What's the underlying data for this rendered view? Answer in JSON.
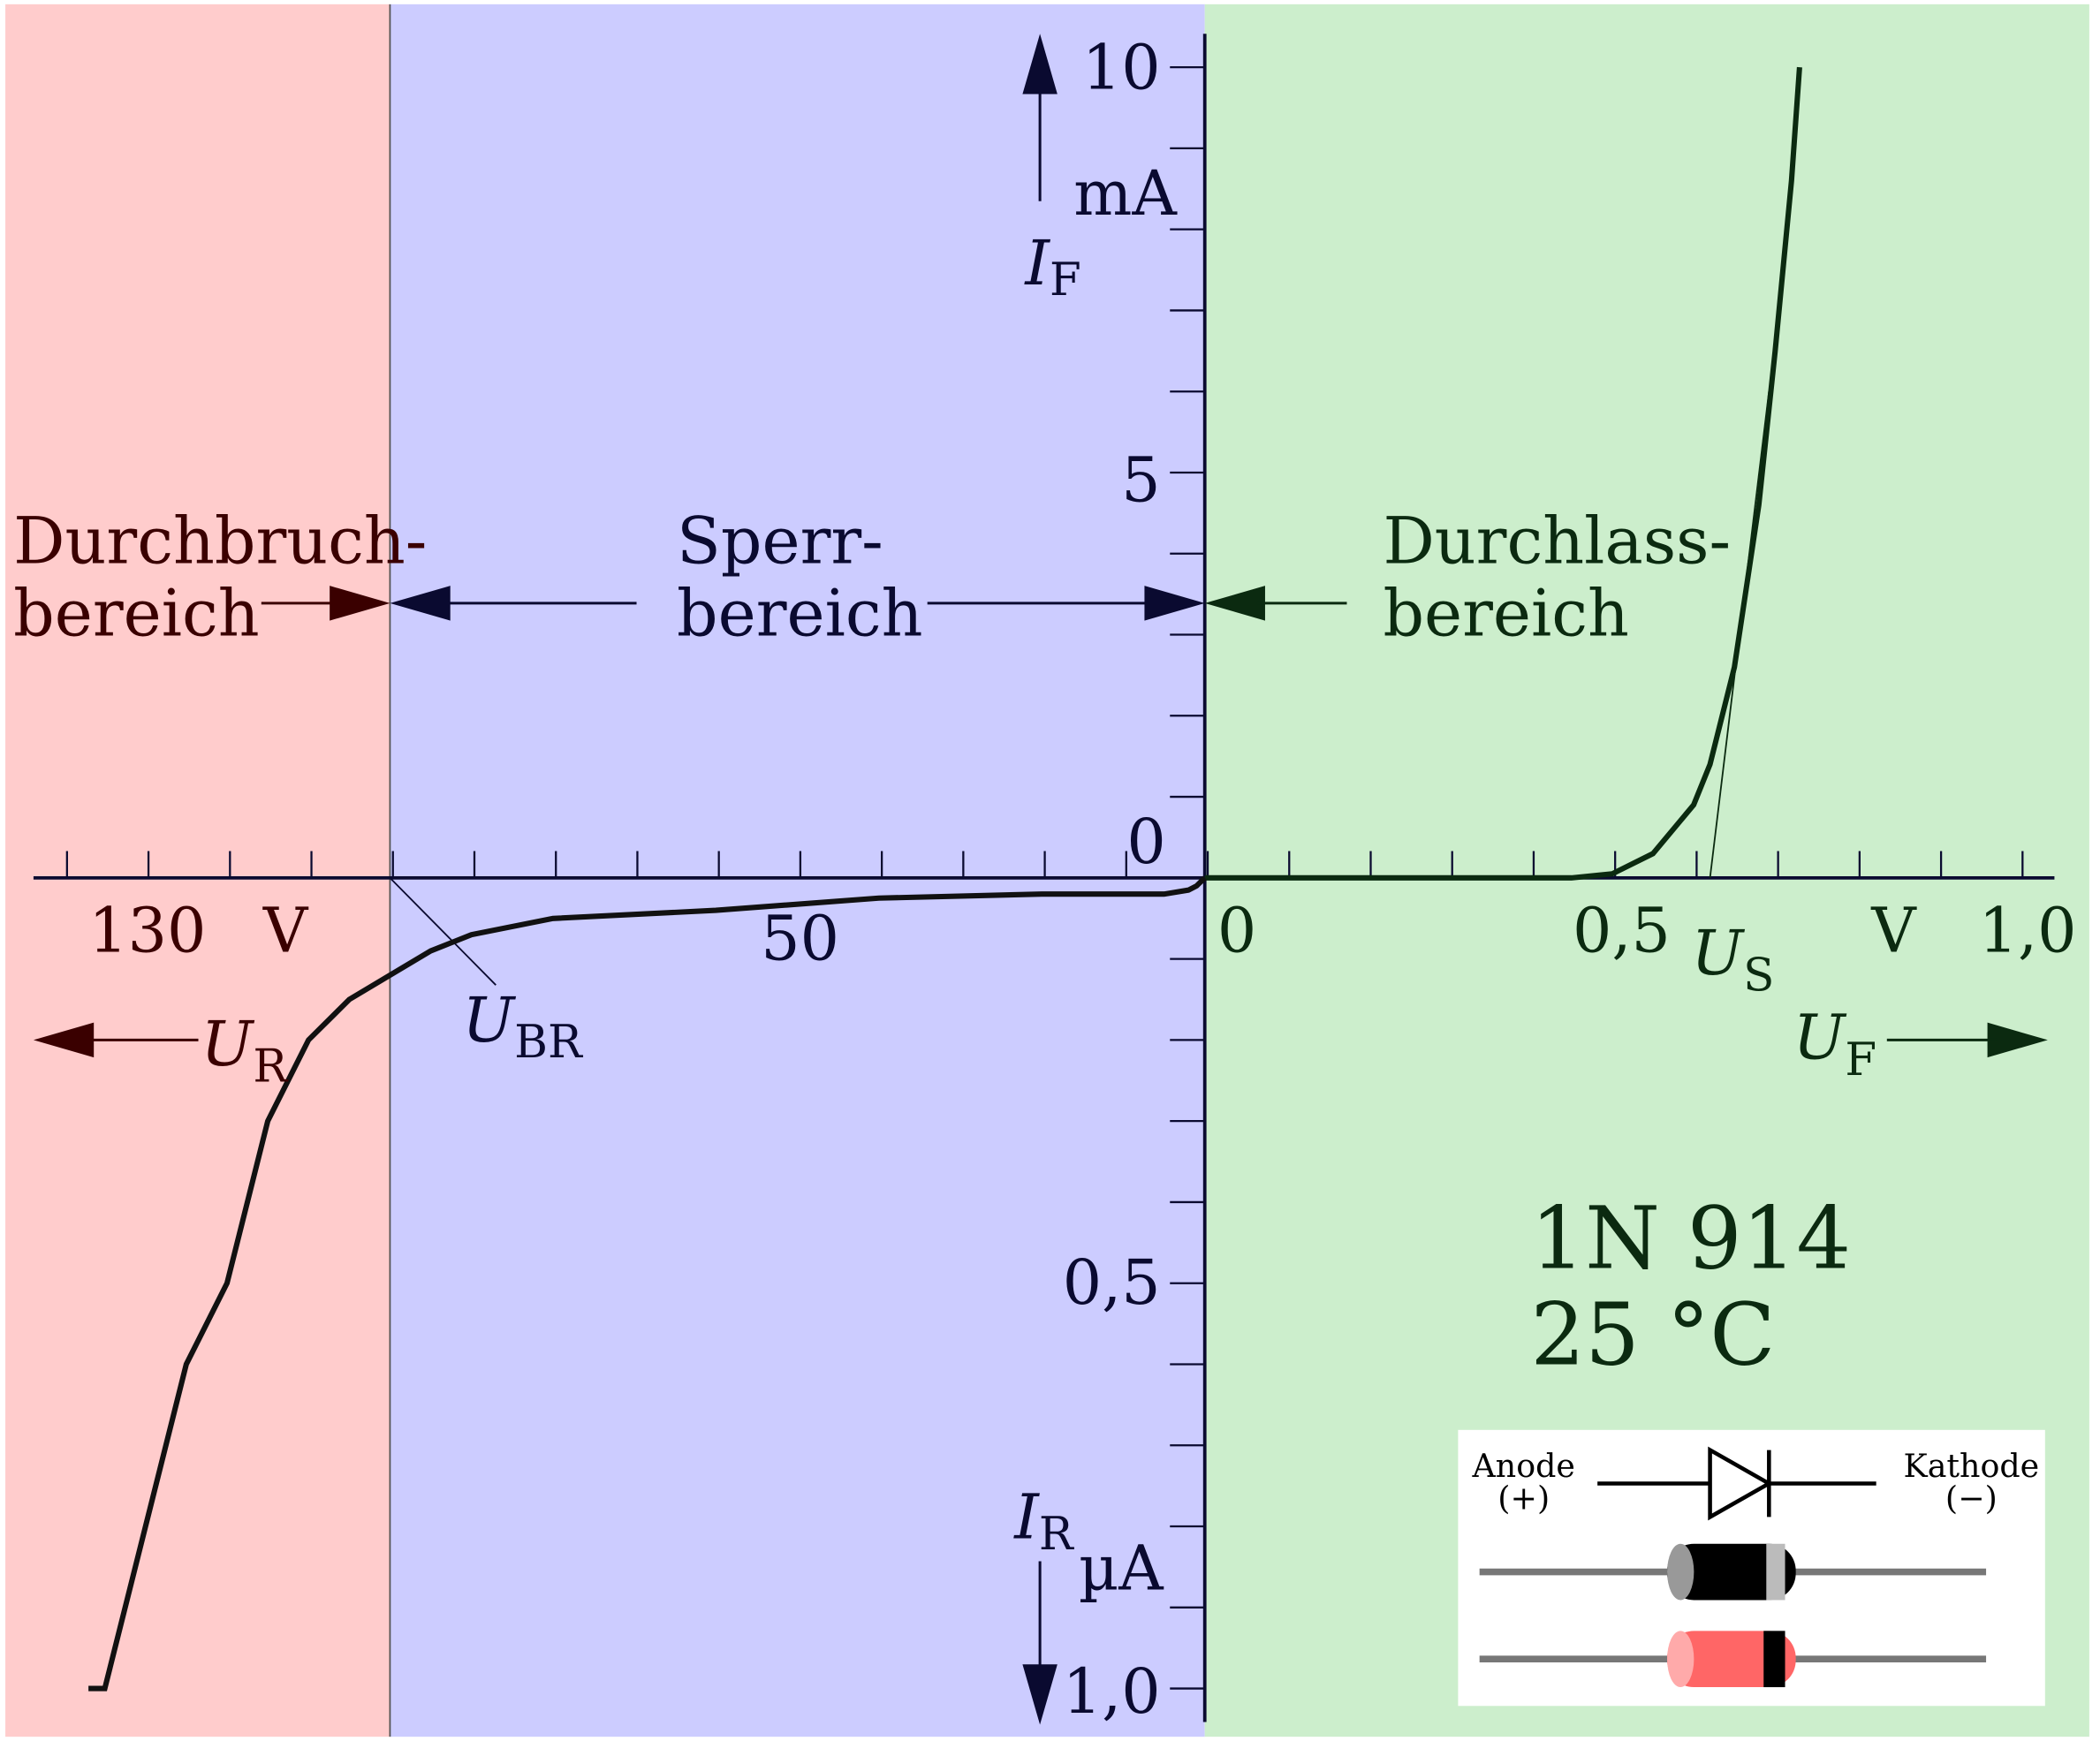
{
  "regions": {
    "breakdown": {
      "label_line1": "Durchbruch-",
      "label_line2": "bereich",
      "color": "#ffcccc"
    },
    "reverse": {
      "label_line1": "Sperr-",
      "label_line2": "bereich",
      "color": "#ccccff"
    },
    "forward": {
      "label_line1": "Durchlass-",
      "label_line2": "bereich",
      "color": "#cceecc"
    }
  },
  "axes": {
    "if_symbol": "I",
    "if_sub": "F",
    "if_unit": "mA",
    "ir_symbol": "I",
    "ir_sub": "R",
    "ir_unit": "µA",
    "ur_symbol": "U",
    "ur_sub": "R",
    "uf_symbol": "U",
    "uf_sub": "F",
    "ubr_symbol": "U",
    "ubr_sub": "BR",
    "us_symbol": "U",
    "us_sub": "S",
    "ticks": {
      "if_10": "10",
      "if_5": "5",
      "if_0": "0",
      "ir_05": "0,5",
      "ir_10": "1,0",
      "ur_130": "130",
      "ur_v": "V",
      "ur_50": "50",
      "uf_0": "0",
      "uf_05": "0,5",
      "uf_v": "V",
      "uf_10": "1,0"
    }
  },
  "device": {
    "name": "1N 914",
    "temperature": "25  °C"
  },
  "diode_legend": {
    "anode": "Anode",
    "anode_sign": "(+)",
    "cathode": "Kathode",
    "cathode_sign": "(−)"
  },
  "chart_data": {
    "type": "line",
    "series": [
      {
        "x_unit": "V",
        "y_unit": "mA",
        "x": [
          0.0,
          0.3,
          0.45,
          0.5,
          0.55,
          0.6,
          0.62,
          0.65,
          0.68,
          0.7,
          0.72,
          0.73
        ],
        "y": [
          0.0,
          0.0,
          0.0,
          0.05,
          0.3,
          0.9,
          1.4,
          2.6,
          4.6,
          6.5,
          8.6,
          10.0
        ]
      },
      {
        "x_unit": "V",
        "y_unit": "µA",
        "x": [
          0,
          1,
          2,
          5,
          10,
          20,
          40,
          60,
          80,
          90,
          95,
          100,
          105,
          110,
          115,
          120,
          125,
          130,
          135,
          137
        ],
        "y": [
          0,
          0.01,
          0.015,
          0.02,
          0.02,
          0.02,
          0.025,
          0.04,
          0.05,
          0.07,
          0.09,
          0.12,
          0.15,
          0.2,
          0.3,
          0.5,
          0.6,
          0.8,
          1.0,
          1.0
        ]
      }
    ],
    "xlim_forward": [
      0,
      1.0
    ],
    "ylim_forward": [
      0,
      10
    ],
    "xlim_reverse": [
      0,
      145
    ],
    "ylim_reverse": [
      0,
      1.0
    ]
  }
}
